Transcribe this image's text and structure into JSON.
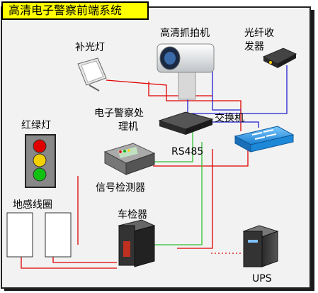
{
  "title": "高清电子警察前端系统",
  "labels": {
    "camera": "高清抓拍机",
    "transceiver_line1": "光纤收",
    "transceiver_line2": "发器",
    "fill_light": "补光灯",
    "processor_line1": "电子警察处",
    "processor_line2": "理机",
    "switch": "交换机",
    "traffic_light": "红绿灯",
    "rs485": "RS485",
    "signal_detector": "信号检测器",
    "loop_coil": "地感线圈",
    "vehicle_detector": "车检器",
    "ups": "UPS"
  },
  "colors": {
    "title_bg": "#ffff00",
    "red_line": "#e00000",
    "blue_line": "#2020d0",
    "green_line": "#30c030",
    "switch_blue": "#2a9ee8",
    "panel_bg": "#f2f2f2"
  }
}
